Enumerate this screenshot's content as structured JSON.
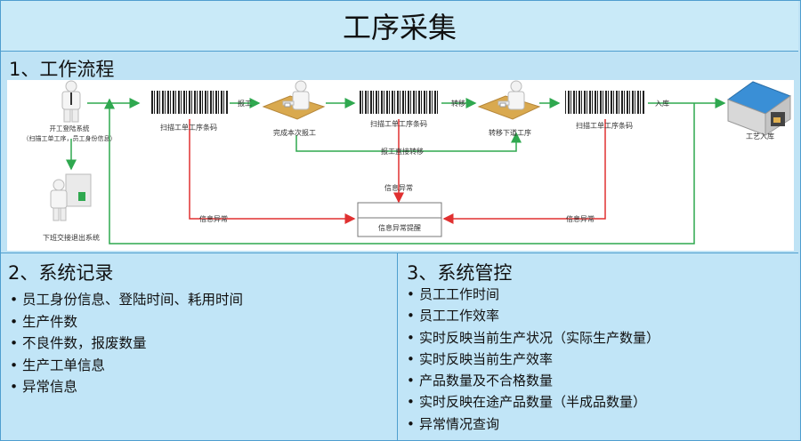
{
  "title": "工序采集",
  "section1": {
    "heading": "1、工作流程",
    "nodes": {
      "login": "开工登陆系统",
      "login_sub": "（扫描工单工序，员工身份信息）",
      "scan1": "扫描工单工序条码",
      "complete": "完成本次报工",
      "scan2": "扫描工单工序条码",
      "transfer": "转移下道工序",
      "scan3": "扫描工单工序条码",
      "warehouse": "工艺入库",
      "logout": "下班交接退出系统",
      "alert": "信息异常提醒"
    },
    "edges": {
      "report": "报工",
      "move": "转移",
      "instock": "入库",
      "direct": "报工直接转移",
      "err_top": "信息异常",
      "err_left": "信息异常",
      "err_right": "信息异常"
    }
  },
  "section2": {
    "heading": "2、系统记录",
    "items": [
      "员工身份信息、登陆时间、耗用时间",
      "生产件数",
      "不良件数，报废数量",
      "生产工单信息",
      "异常信息"
    ]
  },
  "section3": {
    "heading": "3、系统管控",
    "items": [
      "员工工作时间",
      "员工工作效率",
      "实时反映当前生产状况（实际生产数量）",
      "实时反映当前生产效率",
      "产品数量及不合格数量",
      "实时反映在途产品数量（半成品数量）",
      "异常情况查询"
    ]
  }
}
